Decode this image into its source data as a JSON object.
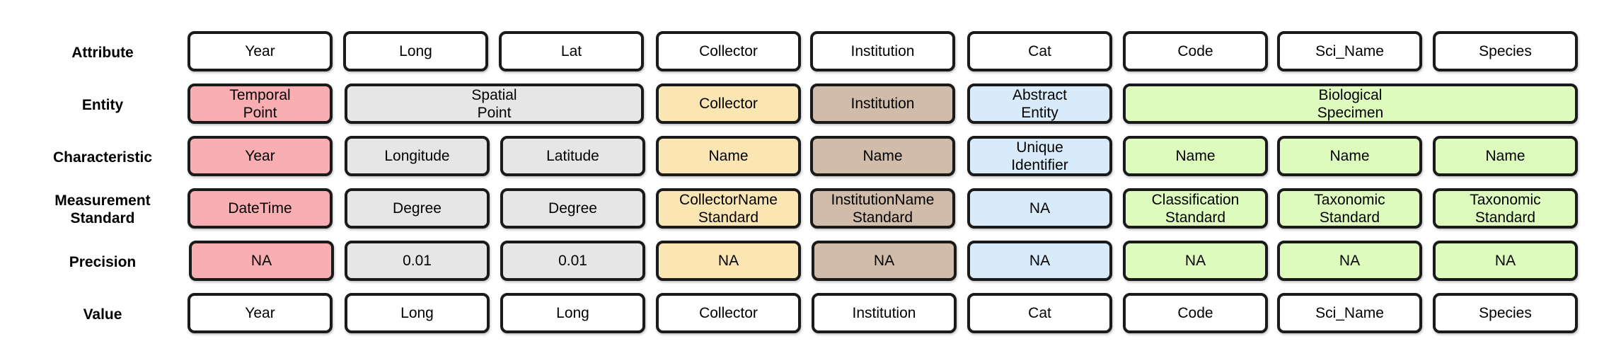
{
  "row_labels": {
    "attribute": "Attribute",
    "entity": "Entity",
    "characteristic": "Characteristic",
    "measurement_standard": "Measurement\nStandard",
    "precision": "Precision",
    "value": "Value"
  },
  "colors": {
    "temporal": "#f9aeb2",
    "spatial": "#e6e6e6",
    "collector": "#fbe5b3",
    "institution": "#d1bca9",
    "abstract": "#d8ebfa",
    "biological": "#ddfbbd"
  },
  "attribute": [
    "Year",
    "Long",
    "Lat",
    "Collector",
    "Institution",
    "Cat",
    "Code",
    "Sci_Name",
    "Species"
  ],
  "entity": [
    "Temporal\nPoint",
    "Spatial\nPoint",
    "Collector",
    "Institution",
    "Abstract\nEntity",
    "Biological\nSpecimen"
  ],
  "characteristic": [
    "Year",
    "Longitude",
    "Latitude",
    "Name",
    "Name",
    "Unique\nIdentifier",
    "Name",
    "Name",
    "Name"
  ],
  "measurement_standard": [
    "DateTime",
    "Degree",
    "Degree",
    "CollectorName\nStandard",
    "InstitutionName\nStandard",
    "NA",
    "Classification\nStandard",
    "Taxonomic\nStandard",
    "Taxonomic\nStandard"
  ],
  "precision": [
    "NA",
    "0.01",
    "0.01",
    "NA",
    "NA",
    "NA",
    "NA",
    "NA",
    "NA"
  ],
  "value": [
    "Year",
    "Long",
    "Long",
    "Collector",
    "Institution",
    "Cat",
    "Code",
    "Sci_Name",
    "Species"
  ]
}
